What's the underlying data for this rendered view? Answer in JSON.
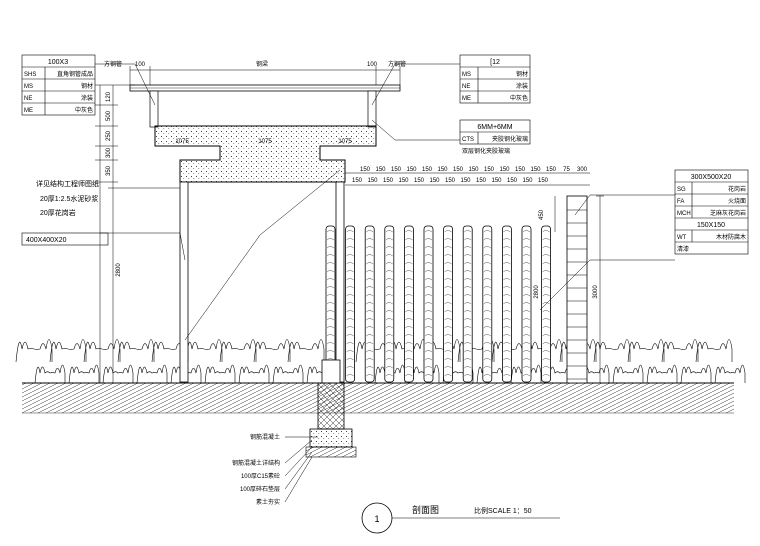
{
  "left_table": {
    "spec": "100X3",
    "rows": [
      {
        "code": "SHS",
        "value": "直角钢管成品"
      },
      {
        "code": "MS",
        "value": "钢材"
      },
      {
        "code": "NE",
        "value": "涂装"
      },
      {
        "code": "ME",
        "value": "中灰色"
      }
    ]
  },
  "right_top_table": {
    "spec": "[12",
    "rows": [
      {
        "code": "MS",
        "value": "钢材"
      },
      {
        "code": "NE",
        "value": "涂装"
      },
      {
        "code": "ME",
        "value": "中灰色"
      }
    ]
  },
  "glass_table": {
    "spec": "6MM+6MM",
    "rows": [
      {
        "code": "CTS",
        "value": "夹胶钢化玻璃"
      }
    ],
    "note": "双层钢化夹胶玻璃"
  },
  "right_mid_table": {
    "spec": "300X500X20",
    "rows": [
      {
        "code": "SG",
        "value": "花岗岩"
      },
      {
        "code": "FA",
        "value": "火烧面"
      },
      {
        "code": "MCH",
        "value": "芝麻灰花岗岩"
      }
    ],
    "spec2": "150X150",
    "rows2": [
      {
        "code": "WT",
        "value": "木材防腐木"
      }
    ],
    "footer": "清漆"
  },
  "left_notes": [
    "详见结构工程师图纸",
    "20厚1:2.5水泥砂浆",
    "20厚花岗岩"
  ],
  "left_spec": "400X400X20",
  "top_labels": {
    "left_small": "100",
    "left_small_label": "方钢管",
    "mid_label": "钢梁",
    "right_small": "100",
    "right_small_label": "方钢管"
  },
  "dims_vertical_left": [
    "120",
    "500",
    "250",
    "300",
    "350",
    "2800"
  ],
  "dims_horizontal_beam": [
    "1075",
    "1075",
    "1075"
  ],
  "dims_top_posts": [
    "150",
    "150",
    "150",
    "150",
    "150",
    "150",
    "150",
    "150",
    "150",
    "150",
    "150",
    "150",
    "150",
    "75",
    "300"
  ],
  "dims_right": [
    "450",
    "3000"
  ],
  "post_label": "2800",
  "foundation_labels": [
    "钢筋混凝土",
    "钢筋混凝土详结构",
    "100厚C15素砼",
    "100厚碎石垫层",
    "素土夯实"
  ],
  "title": {
    "number": "1",
    "name": "剖面图",
    "scale": "比例SCALE 1：50"
  },
  "colors": {
    "line": "#000000",
    "paper": "#ffffff"
  }
}
